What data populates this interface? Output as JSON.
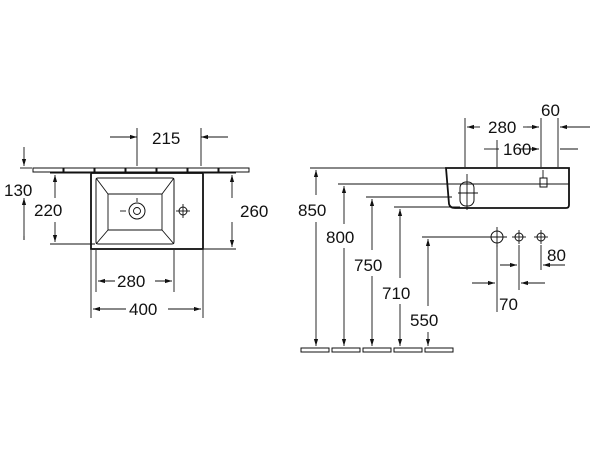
{
  "dimensions": {
    "front": {
      "width_top": "215",
      "height_1": "130",
      "height_2": "220",
      "height_3": "260",
      "width_inner": "280",
      "width_total": "400"
    },
    "side": {
      "depth_1": "280",
      "depth_2": "60",
      "depth_3": "160",
      "height_1": "850",
      "height_2": "800",
      "height_3": "750",
      "height_4": "710",
      "height_5": "550",
      "offset_1": "80",
      "offset_2": "70"
    }
  }
}
